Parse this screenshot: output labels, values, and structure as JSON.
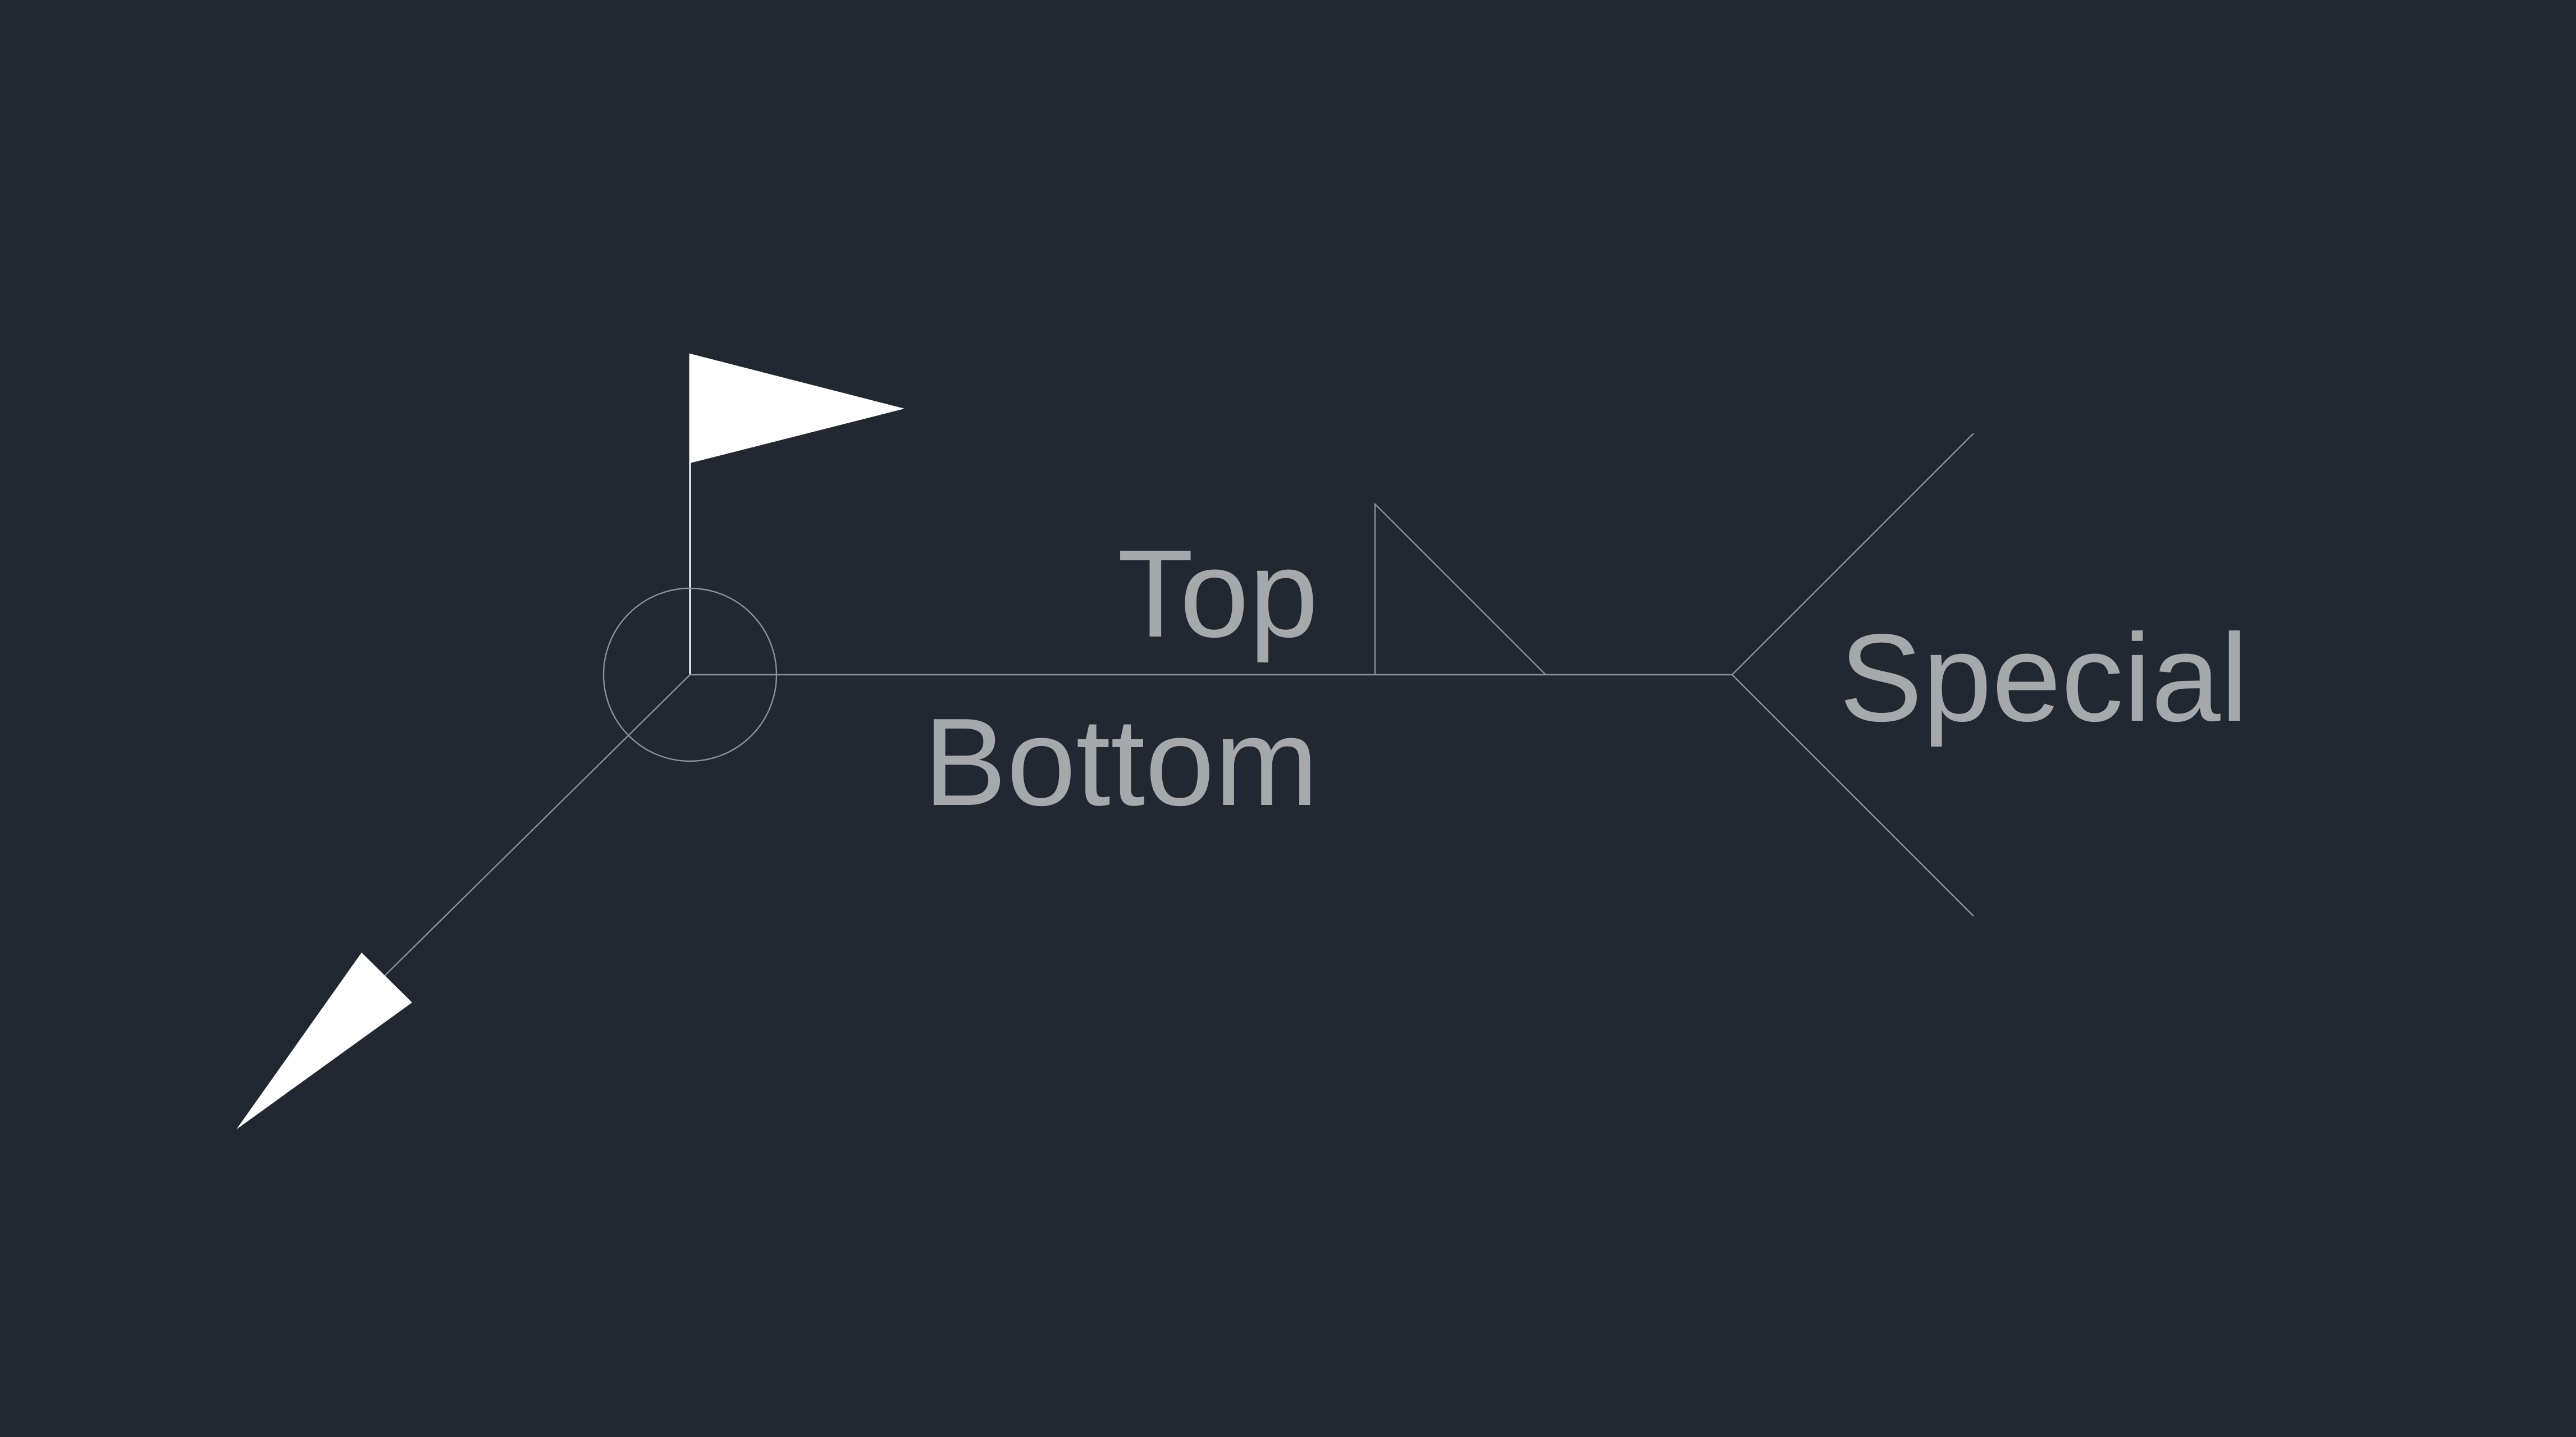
{
  "welding_symbol": {
    "arrow_side_label": "Bottom",
    "other_side_label": "Top",
    "tail_label": "Special"
  },
  "colors": {
    "background": "#222831",
    "text": "#A6A8AB",
    "line": "#8D9096",
    "fill": "#FFFFFF"
  }
}
